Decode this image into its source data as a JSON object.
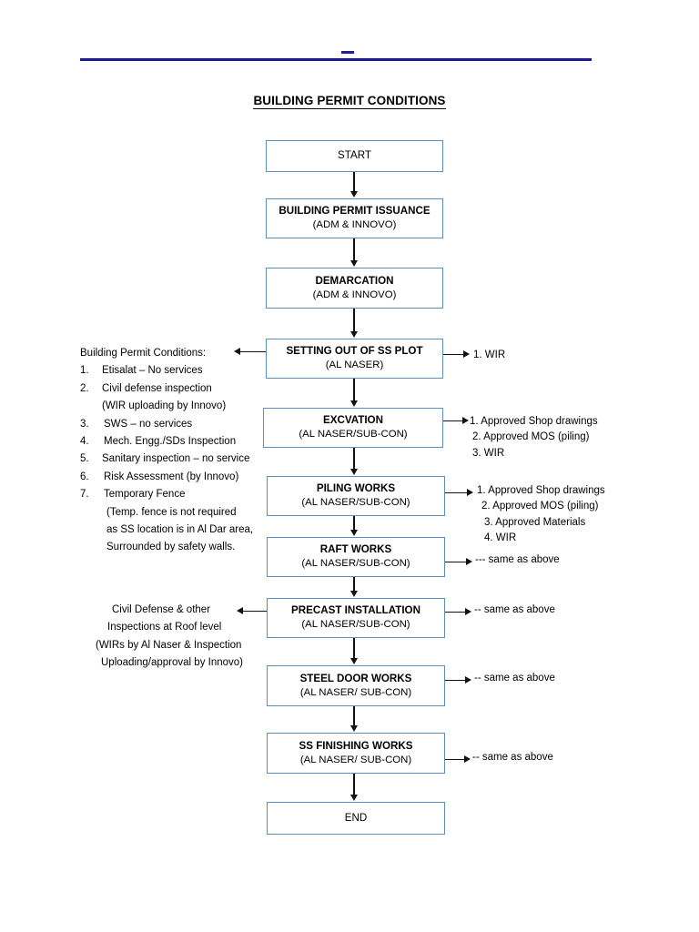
{
  "document": {
    "title": "BUILDING PERMIT CONDITIONS"
  },
  "flow": {
    "nodes": [
      {
        "id": "start",
        "line1": "START",
        "line2": ""
      },
      {
        "id": "permit",
        "line1": "BUILDING PERMIT ISSUANCE",
        "line2": "(ADM & INNOVO)"
      },
      {
        "id": "demarc",
        "line1": "DEMARCATION",
        "line2": "(ADM & INNOVO)"
      },
      {
        "id": "setting",
        "line1": "SETTING OUT OF SS PLOT",
        "line2": "(AL NASER)"
      },
      {
        "id": "excav",
        "line1": "EXCVATION",
        "line2": "(AL NASER/SUB-CON)"
      },
      {
        "id": "piling",
        "line1": "PILING WORKS",
        "line2": "(AL NASER/SUB-CON)"
      },
      {
        "id": "raft",
        "line1": "RAFT WORKS",
        "line2": "(AL NASER/SUB-CON)"
      },
      {
        "id": "precast",
        "line1": "PRECAST INSTALLATION",
        "line2": "(AL NASER/SUB-CON)"
      },
      {
        "id": "steeldoor",
        "line1": "STEEL DOOR WORKS",
        "line2": "(AL NASER/ SUB-CON)"
      },
      {
        "id": "finishing",
        "line1": "SS FINISHING WORKS",
        "line2": "(AL NASER/ SUB-CON)"
      },
      {
        "id": "end",
        "line1": "END",
        "line2": ""
      }
    ]
  },
  "conditions": {
    "heading": "Building Permit Conditions:",
    "items": [
      {
        "num": "1.",
        "text": "Etisalat – No services"
      },
      {
        "num": "2.",
        "text": "Civil defense inspection"
      },
      {
        "num": "3.",
        "text": "SWS – no services"
      },
      {
        "num": "4.",
        "text": "Mech. Engg./SDs Inspection"
      },
      {
        "num": "5.",
        "text": "Sanitary inspection – no service"
      },
      {
        "num": "6.",
        "text": "Risk Assessment (by Innovo)"
      },
      {
        "num": "7.",
        "text": "Temporary Fence"
      }
    ],
    "sub_2": "(WIR uploading by Innovo)",
    "sub_7_line1": "(Temp.  fence is not required",
    "sub_7_line2": "as SS location is in Al Dar area,",
    "sub_7_line3": "Surrounded by safety walls."
  },
  "left_notes": {
    "precast": {
      "line1": "Civil Defense & other",
      "line2": "Inspections at Roof level",
      "line3": "(WIRs by Al Naser & Inspection",
      "line4": "Uploading/approval by Innovo)"
    }
  },
  "right_notes": {
    "setting": {
      "line1": "1. WIR"
    },
    "excavation": {
      "line1": "1. Approved Shop drawings",
      "line2": "2. Approved MOS (piling)",
      "line3": "3. WIR"
    },
    "piling": {
      "line1": "1. Approved Shop drawings",
      "line2": "2. Approved MOS (piling)",
      "line3": "3. Approved Materials",
      "line4": "4. WIR"
    },
    "raft": {
      "line1": "--- same as above"
    },
    "precast": {
      "line1": "-- same as above"
    },
    "steeldoor": {
      "line1": "-- same as above"
    },
    "finishing": {
      "line1": "-- same as above"
    }
  },
  "colors": {
    "box_border": "#5b8fc0",
    "header_rule": "#1b1b8f",
    "connector": "#111111",
    "text": "#000000"
  }
}
